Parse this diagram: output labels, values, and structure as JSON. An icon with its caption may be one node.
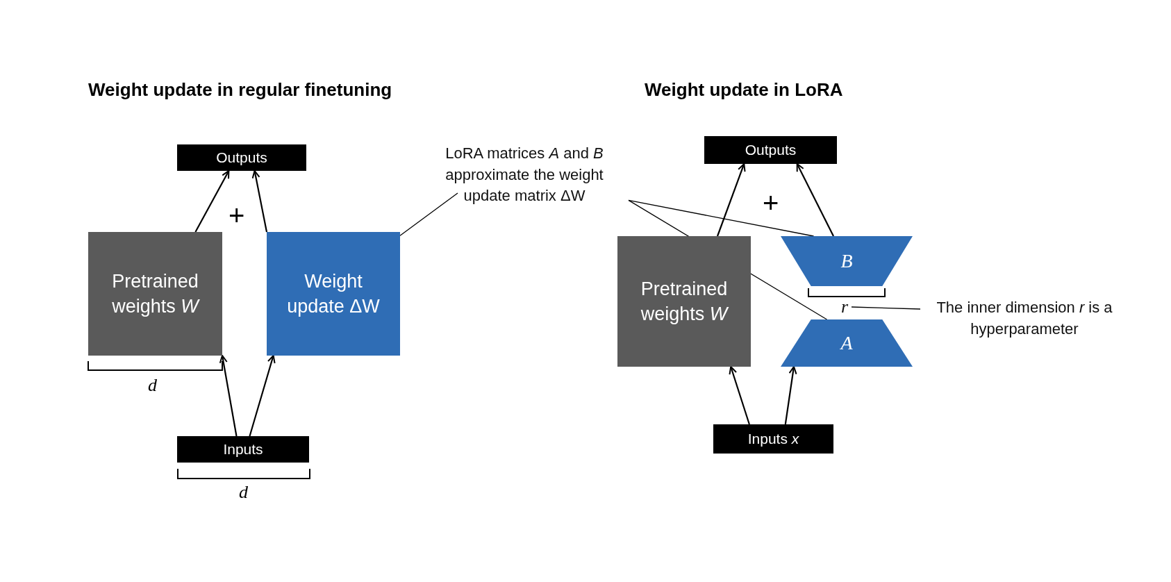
{
  "diagram": {
    "nodes": [
      {
        "text": [
          "Outputs"
        ]
      },
      {
        "text": [
          "Pretrained weights *W*"
        ]
      },
      {
        "text": [
          "Weight update ΔW"
        ]
      },
      {
        "text": [
          "Inputs"
        ]
      },
      {
        "text": [
          "LoRA matrices *A* and *B* approximate the weight update matrix ΔW"
        ]
      },
      {
        "text": [
          "Outputs"
        ]
      },
      {
        "text": [
          "Pretrained weights *W*"
        ]
      },
      {
        "text": [
          "B"
        ]
      },
      {
        "text": [
          "A"
        ]
      },
      {
        "text": [
          "Inputs *x*"
        ]
      },
      {
        "text": [
          "The inner dimension *r* is a hyperparameter"
        ]
      },
      {
        "text": [
          "r"
        ]
      }
    ],
    "edges": [
      {
        "from": 1,
        "to": 0,
        "arrow": "to"
      },
      {
        "from": 2,
        "to": 0,
        "arrow": "to"
      },
      {
        "from": 3,
        "to": 1,
        "arrow": "to"
      },
      {
        "from": 3,
        "to": 2,
        "arrow": "to"
      },
      {
        "from": 4,
        "to": 2,
        "arrow": "none"
      },
      {
        "from": 4,
        "to": 7,
        "arrow": "none"
      },
      {
        "from": 4,
        "to": 8,
        "arrow": "none"
      },
      {
        "from": 6,
        "to": 5,
        "arrow": "to"
      },
      {
        "from": 7,
        "to": 5,
        "arrow": "to"
      },
      {
        "from": 9,
        "to": 6,
        "arrow": "to"
      },
      {
        "from": 9,
        "to": 8,
        "arrow": "to"
      },
      {
        "from": 10,
        "to": 11,
        "arrow": "none"
      }
    ],
    "labels": [
      "Weight update in regular finetuning",
      "Weight update in LoRA",
      "+",
      "+",
      "d",
      "d"
    ]
  }
}
